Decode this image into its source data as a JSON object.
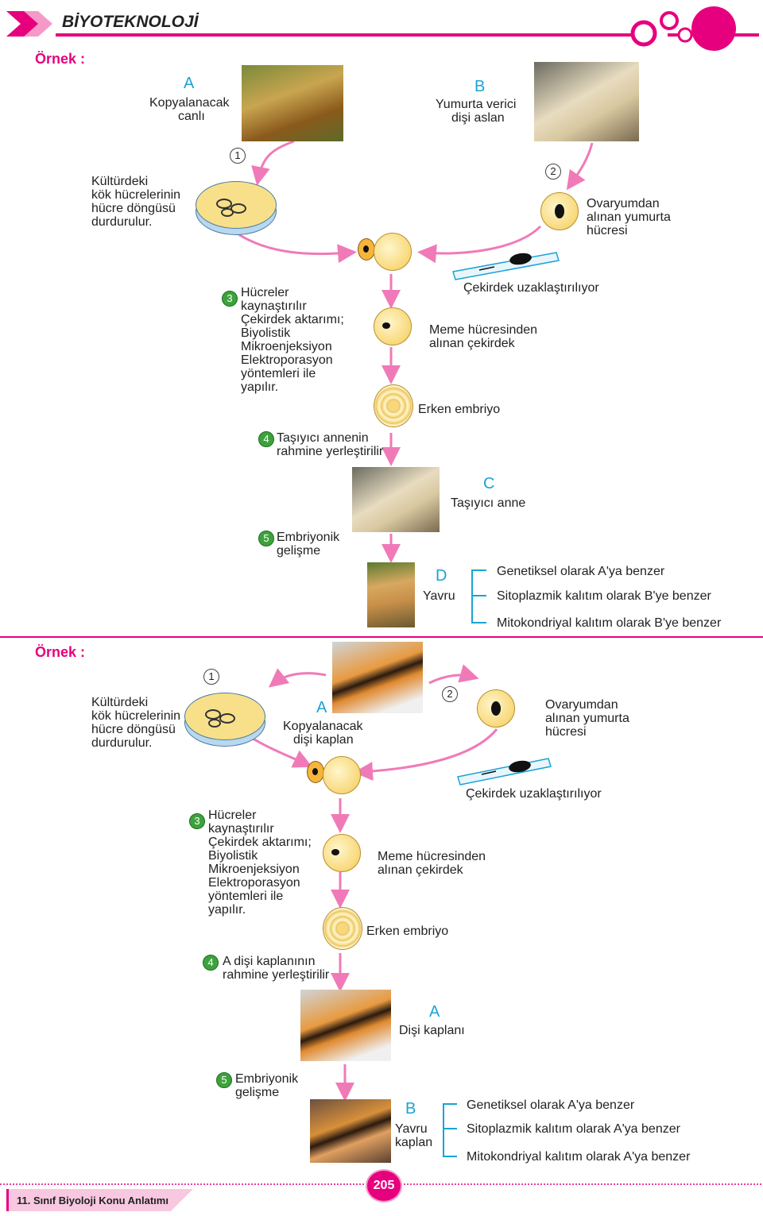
{
  "header": {
    "title": "BİYOTEKNOLOJİ"
  },
  "footer": {
    "book": "11. Sınıf Biyoloji Konu Anlatımı",
    "page": "205"
  },
  "colors": {
    "accent": "#e6007e",
    "letter": "#1aa3d6",
    "step": "#3da23c"
  },
  "example1": {
    "label": "Örnek :",
    "a_letter": "A",
    "a_l1": "Kopyalanacak",
    "a_l2": "canlı",
    "b_letter": "B",
    "b_l1": "Yumurta verici",
    "b_l2": "dişi aslan",
    "s1": "1",
    "s2": "2",
    "s3": "3",
    "s4": "4",
    "s5": "5",
    "culture": [
      "Kültürdeki",
      "kök hücrelerinin",
      "hücre döngüsü",
      "durdurulur."
    ],
    "ovary": [
      "Ovaryumdan",
      "alınan yumurta",
      "hücresi"
    ],
    "enucleate": "Çekirdek uzaklaştırılıyor",
    "fusion": [
      "Hücreler",
      "kaynaştırılır",
      "Çekirdek aktarımı;",
      "Biyolistik",
      "Mikroenjeksiyon",
      "Elektroporasyon",
      "yöntemleri ile",
      "yapılır."
    ],
    "mammary": [
      "Meme hücresinden",
      "alınan çekirdek"
    ],
    "embryo": "Erken embriyo",
    "implant": [
      "Taşıyıcı annenin",
      "rahmine yerleştirilir"
    ],
    "c_letter": "C",
    "c_label": "Taşıyıcı anne",
    "develop": [
      "Embriyonik",
      "gelişme"
    ],
    "d_letter": "D",
    "d_label": "Yavru",
    "traits": [
      "Genetiksel olarak A'ya benzer",
      "Sitoplazmik kalıtım olarak B'ye benzer",
      "Mitokondriyal kalıtım olarak B'ye benzer"
    ]
  },
  "example2": {
    "label": "Örnek :",
    "s1": "1",
    "s2": "2",
    "s3": "3",
    "s4": "4",
    "s5": "5",
    "culture": [
      "Kültürdeki",
      "kök hücrelerinin",
      "hücre döngüsü",
      "durdurulur."
    ],
    "a_letter": "A",
    "a_l1": "Kopyalanacak",
    "a_l2": "dişi kaplan",
    "ovary": [
      "Ovaryumdan",
      "alınan yumurta",
      "hücresi"
    ],
    "enucleate": "Çekirdek uzaklaştırılıyor",
    "fusion": [
      "Hücreler",
      "kaynaştırılır",
      "Çekirdek aktarımı;",
      "Biyolistik",
      "Mikroenjeksiyon",
      "Elektroporasyon",
      "yöntemleri ile",
      "yapılır."
    ],
    "mammary": [
      "Meme hücresinden",
      "alınan çekirdek"
    ],
    "embryo": "Erken embriyo",
    "implant": [
      "A dişi kaplanının",
      "rahmine yerleştirilir"
    ],
    "a2_letter": "A",
    "a2_label": "Dişi kaplanı",
    "develop": [
      "Embriyonik",
      "gelişme"
    ],
    "b_letter": "B",
    "b_l1": "Yavru",
    "b_l2": "kaplan",
    "traits": [
      "Genetiksel olarak A'ya benzer",
      "Sitoplazmik kalıtım olarak A'ya benzer",
      "Mitokondriyal kalıtım olarak A'ya benzer"
    ]
  }
}
